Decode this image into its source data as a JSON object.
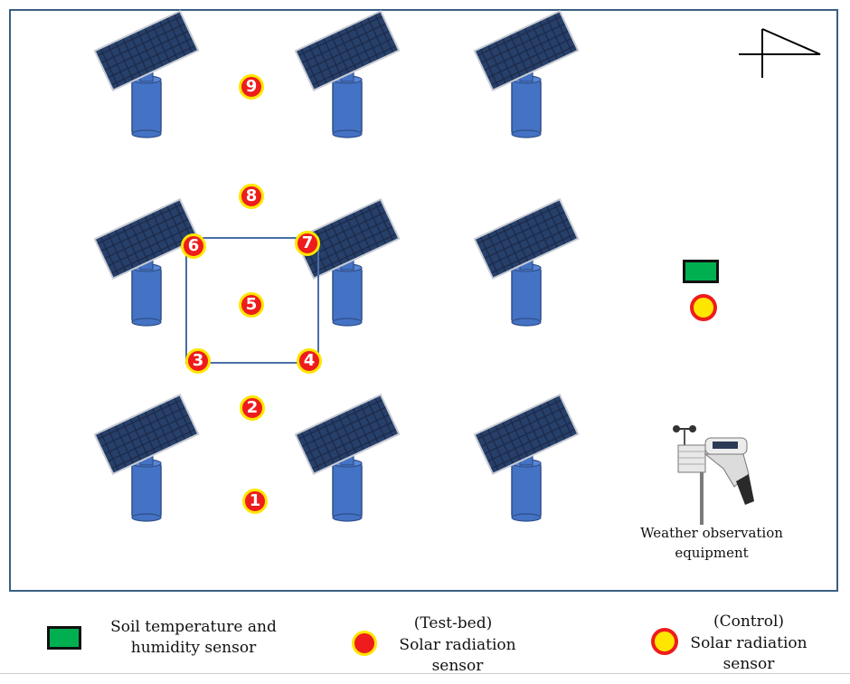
{
  "diagram": {
    "weather_station_label": "Weather observation equipment",
    "sensor_numbers": [
      "1",
      "2",
      "3",
      "4",
      "5",
      "6",
      "7",
      "8",
      "9"
    ],
    "colors": {
      "border": "#3a5f82",
      "panel": "#1c2a4a",
      "pole": "#4472c4",
      "testbed_fill": "#ee1c1c",
      "testbed_ring": "#ffe600",
      "control_fill": "#ffe600",
      "control_ring": "#ee1c1c",
      "soil_sensor": "#00b050"
    }
  },
  "legend": {
    "soil": "Soil temperature and humidity sensor",
    "testbed_tag": "(Test-bed)",
    "testbed": "Solar radiation sensor",
    "control_tag": "(Control)",
    "control": "Solar radiation sensor"
  }
}
